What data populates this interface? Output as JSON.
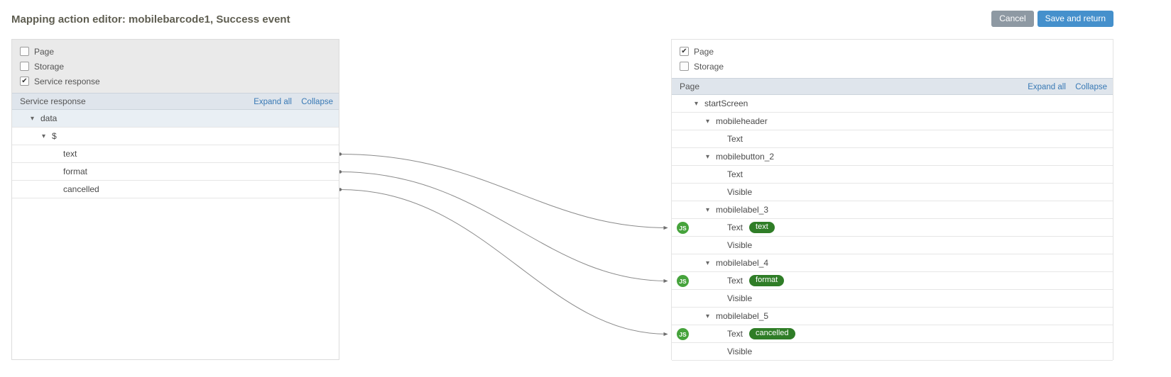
{
  "header": {
    "title": "Mapping action editor: mobilebarcode1, Success event",
    "cancel_label": "Cancel",
    "save_label": "Save and return"
  },
  "left_panel": {
    "checkboxes": [
      {
        "label": "Page",
        "checked": false
      },
      {
        "label": "Storage",
        "checked": false
      },
      {
        "label": "Service response",
        "checked": true
      }
    ],
    "section_title": "Service response",
    "expand_all_label": "Expand all",
    "collapse_label": "Collapse",
    "tree": [
      {
        "id": "data",
        "label": "data",
        "level": 0,
        "expandable": true,
        "highlight": true
      },
      {
        "id": "dollar",
        "label": "$",
        "level": 1,
        "expandable": true
      },
      {
        "id": "text",
        "label": "text",
        "level": 2
      },
      {
        "id": "format",
        "label": "format",
        "level": 2
      },
      {
        "id": "cancelled",
        "label": "cancelled",
        "level": 2
      }
    ]
  },
  "right_panel": {
    "checkboxes": [
      {
        "label": "Page",
        "checked": true
      },
      {
        "label": "Storage",
        "checked": false
      }
    ],
    "section_title": "Page",
    "expand_all_label": "Expand all",
    "collapse_label": "Collapse",
    "js_badge_label": "JS",
    "tree": [
      {
        "id": "startScreen",
        "label": "startScreen",
        "level": 0,
        "expandable": true
      },
      {
        "id": "mobileheader",
        "label": "mobileheader",
        "level": 1,
        "expandable": true
      },
      {
        "id": "mobileheader-text",
        "label": "Text",
        "level": 2
      },
      {
        "id": "mobilebutton_2",
        "label": "mobilebutton_2",
        "level": 1,
        "expandable": true
      },
      {
        "id": "mobilebutton_2-text",
        "label": "Text",
        "level": 2
      },
      {
        "id": "mobilebutton_2-visible",
        "label": "Visible",
        "level": 2
      },
      {
        "id": "mobilelabel_3",
        "label": "mobilelabel_3",
        "level": 1,
        "expandable": true
      },
      {
        "id": "mobilelabel_3-text",
        "label": "Text",
        "level": 2,
        "js": true,
        "badge": "text"
      },
      {
        "id": "mobilelabel_3-visible",
        "label": "Visible",
        "level": 2
      },
      {
        "id": "mobilelabel_4",
        "label": "mobilelabel_4",
        "level": 1,
        "expandable": true
      },
      {
        "id": "mobilelabel_4-text",
        "label": "Text",
        "level": 2,
        "js": true,
        "badge": "format"
      },
      {
        "id": "mobilelabel_4-visible",
        "label": "Visible",
        "level": 2
      },
      {
        "id": "mobilelabel_5",
        "label": "mobilelabel_5",
        "level": 1,
        "expandable": true
      },
      {
        "id": "mobilelabel_5-text",
        "label": "Text",
        "level": 2,
        "js": true,
        "badge": "cancelled"
      },
      {
        "id": "mobilelabel_5-visible",
        "label": "Visible",
        "level": 2
      }
    ]
  },
  "mappings": [
    {
      "from": "text",
      "to": "mobilelabel_3-text"
    },
    {
      "from": "format",
      "to": "mobilelabel_4-text"
    },
    {
      "from": "cancelled",
      "to": "mobilelabel_5-text"
    }
  ],
  "colors": {
    "accent_blue": "#4590cc",
    "cancel_gray": "#8e99a3",
    "link_blue": "#3879b5",
    "js_green": "#46a33c",
    "badge_green": "#2f7d27",
    "connector_gray": "#8a8a8a",
    "title_color": "#5f5e51"
  }
}
